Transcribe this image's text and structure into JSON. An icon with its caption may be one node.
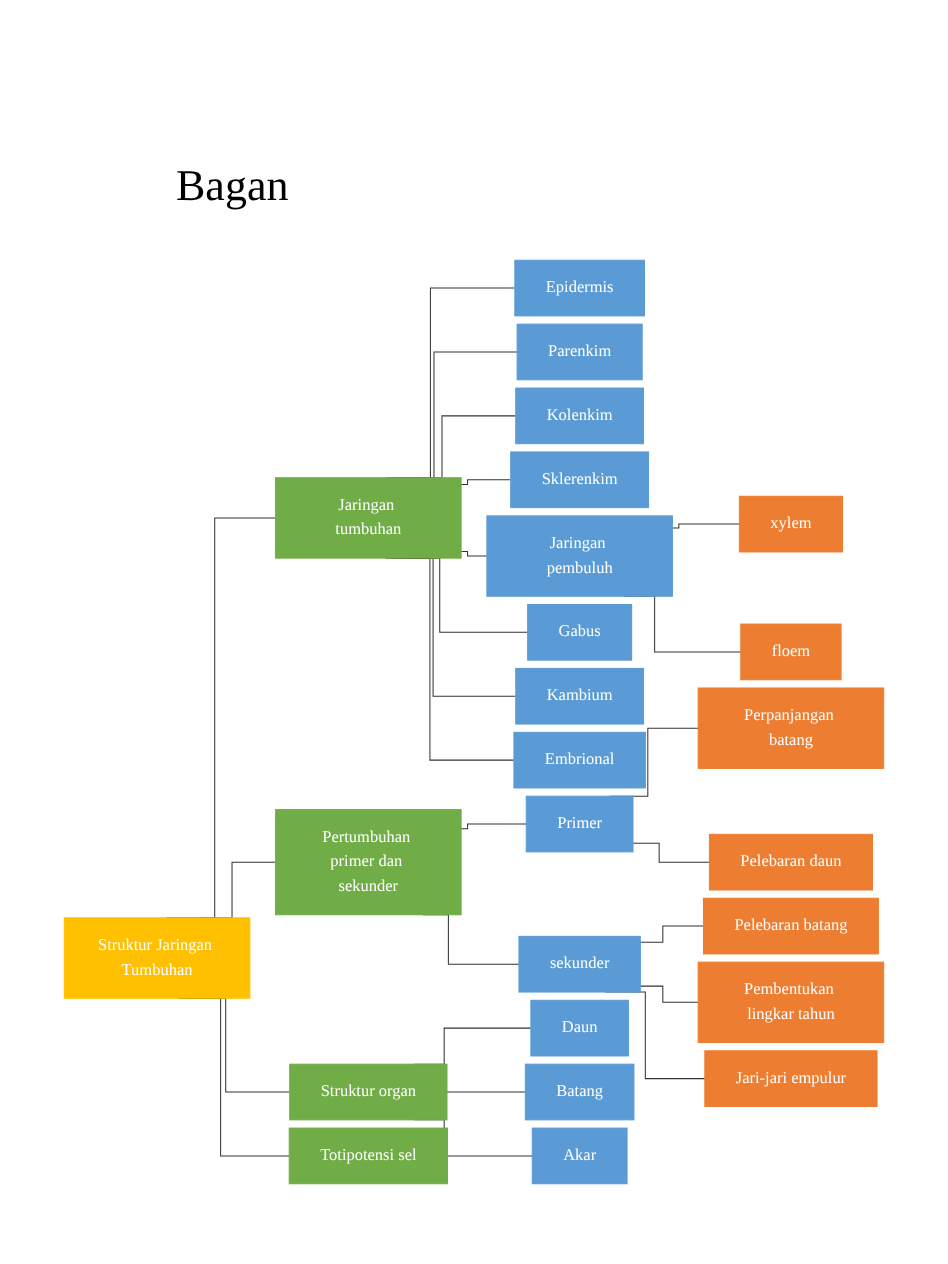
{
  "diagram": {
    "title": "Bagan",
    "nodes": [
      {
        "text": [
          "Struktur Jaringan Tumbuhan"
        ]
      },
      {
        "text": [
          "Jaringan tumbuhan"
        ]
      },
      {
        "text": [
          "Epidermis"
        ]
      },
      {
        "text": [
          "Parenkim"
        ]
      },
      {
        "text": [
          "Kolenkim"
        ]
      },
      {
        "text": [
          "Sklerenkim"
        ]
      },
      {
        "text": [
          "Jaringan pembuluh"
        ]
      },
      {
        "text": [
          "xylem"
        ]
      },
      {
        "text": [
          "floem"
        ]
      },
      {
        "text": [
          "Gabus"
        ]
      },
      {
        "text": [
          "Kambium"
        ]
      },
      {
        "text": [
          "Embrional"
        ]
      },
      {
        "text": [
          "Pertumbuhan primer dan sekunder"
        ]
      },
      {
        "text": [
          "Primer"
        ]
      },
      {
        "text": [
          "Perpanjangan batang"
        ]
      },
      {
        "text": [
          "Pelebaran daun"
        ]
      },
      {
        "text": [
          "sekunder"
        ]
      },
      {
        "text": [
          "Pelebaran batang"
        ]
      },
      {
        "text": [
          "Pembentukan lingkar tahun"
        ]
      },
      {
        "text": [
          "Jari-jari empulur"
        ]
      },
      {
        "text": [
          "Struktur organ"
        ]
      },
      {
        "text": [
          "Daun"
        ]
      },
      {
        "text": [
          "Batang"
        ]
      },
      {
        "text": [
          "Akar"
        ]
      },
      {
        "text": [
          "Totipotensi sel"
        ]
      }
    ],
    "edges": [
      {
        "from": 0,
        "to": 1,
        "arrow": "none"
      },
      {
        "from": 1,
        "to": 2,
        "arrow": "none"
      },
      {
        "from": 1,
        "to": 3,
        "arrow": "none"
      },
      {
        "from": 1,
        "to": 4,
        "arrow": "none"
      },
      {
        "from": 1,
        "to": 5,
        "arrow": "none"
      },
      {
        "from": 1,
        "to": 6,
        "arrow": "none"
      },
      {
        "from": 6,
        "to": 7,
        "arrow": "none"
      },
      {
        "from": 6,
        "to": 8,
        "arrow": "none"
      },
      {
        "from": 1,
        "to": 9,
        "arrow": "none"
      },
      {
        "from": 1,
        "to": 10,
        "arrow": "none"
      },
      {
        "from": 1,
        "to": 11,
        "arrow": "none"
      },
      {
        "from": 0,
        "to": 12,
        "arrow": "none"
      },
      {
        "from": 12,
        "to": 13,
        "arrow": "none"
      },
      {
        "from": 13,
        "to": 14,
        "arrow": "none"
      },
      {
        "from": 13,
        "to": 15,
        "arrow": "none"
      },
      {
        "from": 12,
        "to": 16,
        "arrow": "none"
      },
      {
        "from": 16,
        "to": 17,
        "arrow": "none"
      },
      {
        "from": 16,
        "to": 18,
        "arrow": "none"
      },
      {
        "from": 16,
        "to": 19,
        "arrow": "none"
      },
      {
        "from": 0,
        "to": 20,
        "arrow": "none"
      },
      {
        "from": 20,
        "to": 21,
        "arrow": "none"
      },
      {
        "from": 20,
        "to": 22,
        "arrow": "none"
      },
      {
        "from": 20,
        "to": 23,
        "arrow": "none"
      },
      {
        "from": 0,
        "to": 24,
        "arrow": "none"
      }
    ]
  }
}
